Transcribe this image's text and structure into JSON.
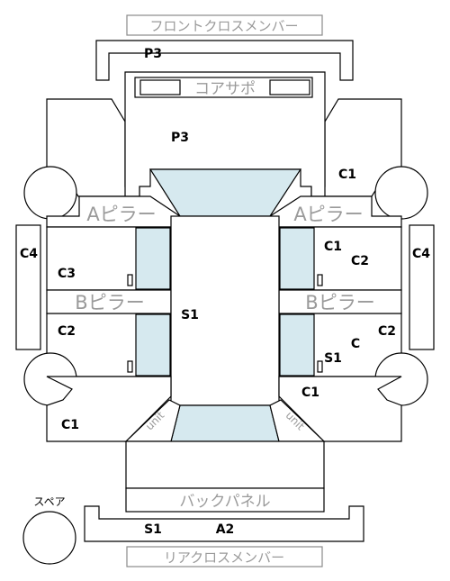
{
  "labels": {
    "front_cross_member": "フロントクロスメンバー",
    "core_support": "コアサポ",
    "a_pillar": "Aピラー",
    "b_pillar": "Bピラー",
    "unit": "unit",
    "back_panel": "バックパネル",
    "rear_cross_member": "リアクロスメンバー",
    "spare": "スペア"
  },
  "codes": {
    "p3": "P3",
    "c1": "C1",
    "c2": "C2",
    "c3": "C3",
    "c4": "C4",
    "c": "C",
    "s1": "S1",
    "a2": "A2"
  },
  "colors": {
    "glass": "#d6e9ef",
    "outline": "#000000",
    "grey_label": "#9a9a9a"
  }
}
